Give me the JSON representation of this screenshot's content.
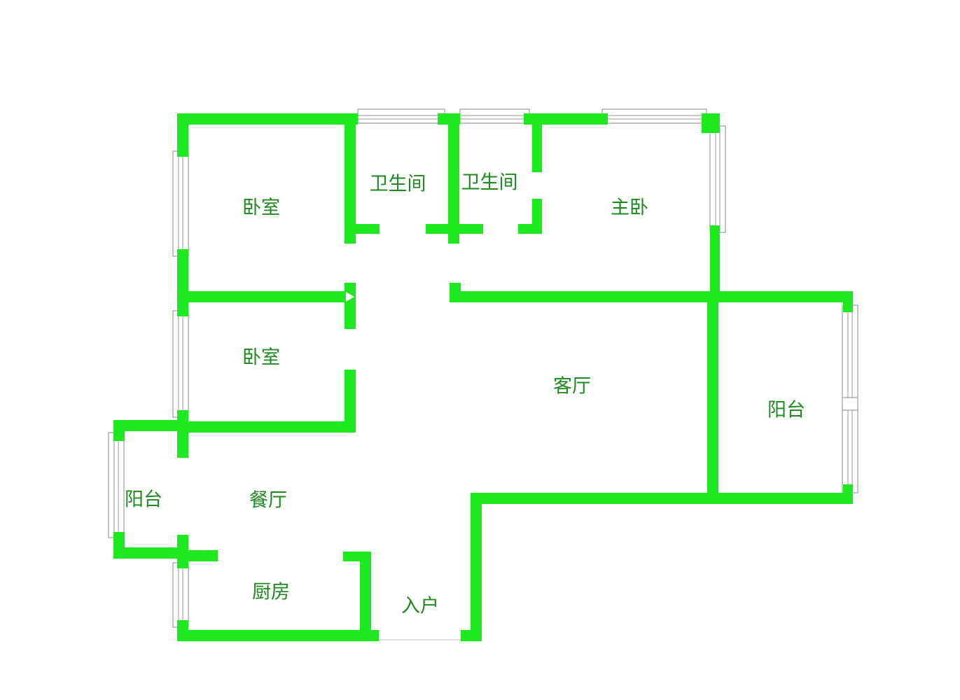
{
  "colors": {
    "wall": "#1ee81e",
    "label": "#1c8a1c"
  },
  "rooms": {
    "bedroom_top": "卧室",
    "bath_1": "卫生间",
    "bath_2": "卫生间",
    "master_bedroom": "主卧",
    "bedroom_mid": "卧室",
    "living_room": "客厅",
    "balcony_right": "阳台",
    "balcony_left": "阳台",
    "dining_room": "餐厅",
    "kitchen": "厨房",
    "entrance": "入户"
  }
}
